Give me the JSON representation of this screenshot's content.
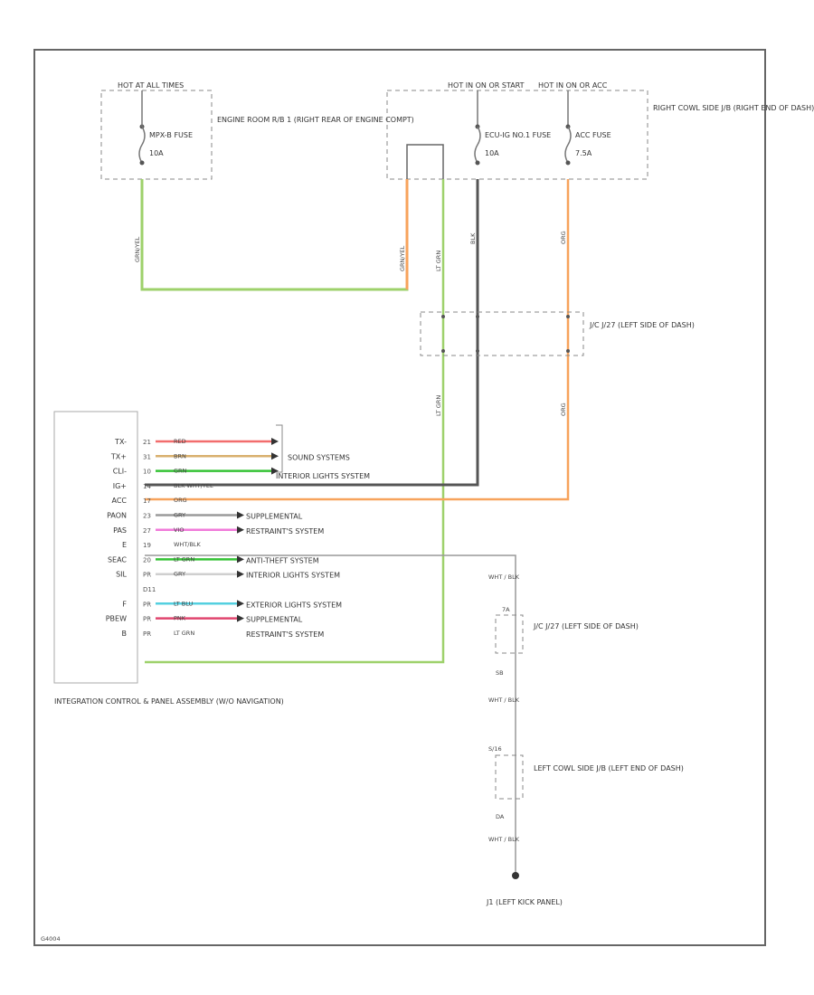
{
  "wire_colors": {
    "green": "#9ed16b",
    "orange": "#f7a35c",
    "red": "#f26d6d",
    "tan": "#d9b06e",
    "brightgreen": "#34c234",
    "black": "#555555",
    "gray": "#9b9b9b",
    "pink": "#f07ad9",
    "lightblue": "#54d0e0",
    "magenta": "#e0456e",
    "white": "#cfcfcf"
  },
  "fuses": [
    {
      "hot": "HOT AT ALL TIMES",
      "name": "MPX-B FUSE",
      "amp": "10A"
    },
    {
      "hot": "HOT IN ON OR START",
      "name": "ECU-IG NO.1 FUSE",
      "amp": "10A"
    },
    {
      "hot": "HOT IN ON OR ACC",
      "name": "ACC FUSE",
      "amp": "7.5A"
    }
  ],
  "engine_room_label": "ENGINE ROOM R/B 1 (RIGHT REAR OF ENGINE COMPT)",
  "right_jb_label": "RIGHT COWL SIDE J/B (RIGHT END OF DASH)",
  "jc_label_top": "J/C J/27 (LEFT SIDE OF DASH)",
  "jc_label_mid": "J/C J/27 (LEFT SIDE OF DASH)",
  "left_jb_label": "LEFT COWL SIDE J/B (LEFT END OF DASH)",
  "ground_label": "J1 (LEFT KICK PANEL)",
  "module_label": "INTEGRATION CONTROL & PANEL ASSEMBLY (W/O NAVIGATION)",
  "vertical_wire_labels": {
    "left_green": "GRN/YEL",
    "left_orange": "GRN/YEL",
    "ltgrn": "LT GRN",
    "blk": "BLK",
    "org": "ORG"
  },
  "pins": [
    {
      "term": "TX-",
      "num": "21",
      "wire": "RED",
      "dest": ""
    },
    {
      "term": "TX+",
      "num": "31",
      "wire": "BRN",
      "dest": "SOUND SYSTEMS"
    },
    {
      "term": "CLI-",
      "num": "10",
      "wire": "GRN",
      "dest": ""
    },
    {
      "term": "IG+",
      "num": "14",
      "wire": "BLK WHT/YEL",
      "dest": "INTERIOR LIGHTS SYSTEM"
    },
    {
      "term": "ACC",
      "num": "17",
      "wire": "ORG",
      "dest": ""
    },
    {
      "term": "PAON",
      "num": "23",
      "wire": "GRY",
      "dest": "SUPPLEMENTAL"
    },
    {
      "term": "PAS",
      "num": "27",
      "wire": "VIO",
      "dest": "RESTRAINT'S SYSTEM"
    },
    {
      "term": "E",
      "num": "19",
      "wire": "WHT/BLK",
      "dest": ""
    },
    {
      "term": "SEAC",
      "num": "20",
      "wire": "LT GRN",
      "dest": "ANTI-THEFT SYSTEM"
    },
    {
      "term": "SIL",
      "num": "PR",
      "wire": "GRY",
      "dest": "INTERIOR LIGHTS SYSTEM"
    },
    {
      "term": "",
      "num": "D11",
      "wire": "",
      "dest": ""
    },
    {
      "term": "F",
      "num": "PR",
      "wire": "LT BLU",
      "dest": "EXTERIOR LIGHTS SYSTEM"
    },
    {
      "term": "PBEW",
      "num": "PR",
      "wire": "PNK",
      "dest": "SUPPLEMENTAL"
    },
    {
      "term": "B",
      "num": "PR",
      "wire": "LT GRN",
      "dest": "RESTRAINT'S SYSTEM"
    }
  ],
  "ground_wire": {
    "top": "WHT / BLK",
    "mid1": "SB",
    "mid2": "WHT / BLK",
    "mid3": "DA",
    "bot": "WHT / BLK",
    "conn1": "7A",
    "conn2": "S/16"
  },
  "footer_code": "G4004"
}
